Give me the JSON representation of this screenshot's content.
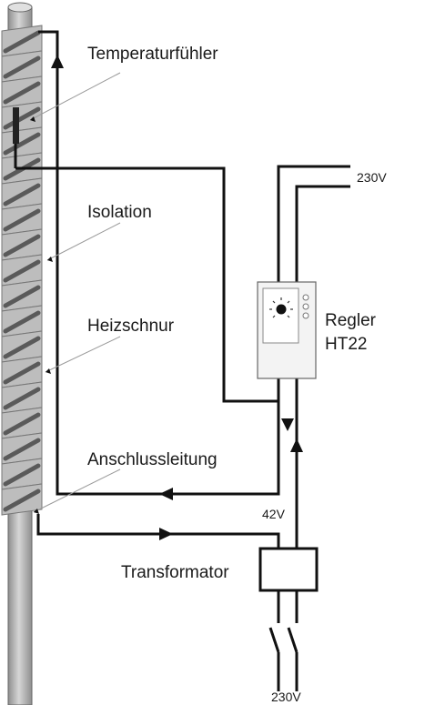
{
  "labels": {
    "temperature_sensor": "Temperaturfühler",
    "insulation": "Isolation",
    "heating_cord": "Heizschnur",
    "connection_cable": "Anschlussleitung",
    "controller_line1": "Regler",
    "controller_line2": "HT22",
    "transformer": "Transformator",
    "voltage_mains_top": "230V",
    "voltage_low": "42V",
    "voltage_mains_bottom": "230V"
  },
  "colors": {
    "wire": "#111111",
    "pipe": "#c4c4c4",
    "pipe_shade": "#8e8e8e",
    "insulation": "#bdbdbd",
    "cord": "#5a5a5a",
    "leader": "#9a9a9a",
    "controller_fill": "#f3f3f3"
  }
}
